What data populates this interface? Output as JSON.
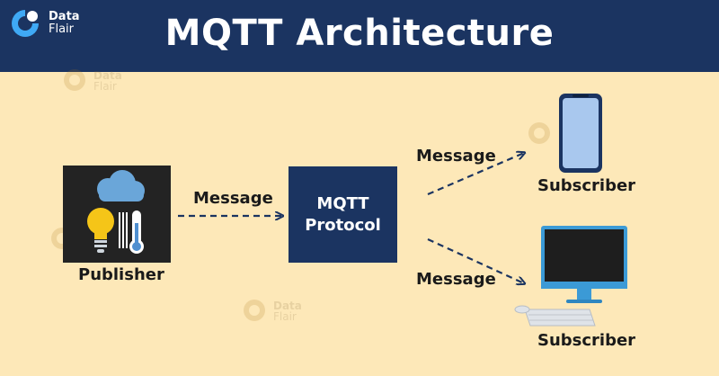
{
  "header": {
    "title": "MQTT Architecture",
    "logo_line1": "Data",
    "logo_line2": "Flair",
    "background": "#1b3461"
  },
  "diagram": {
    "background": "#fde8b8",
    "publisher": {
      "label": "Publisher",
      "icons": [
        "cloud-icon",
        "lightbulb-icon",
        "thermometer-icon"
      ]
    },
    "protocol": {
      "line1": "MQTT",
      "line2": "Protocol",
      "color": "#1b3461"
    },
    "edges": [
      {
        "from": "Publisher",
        "to": "MQTT Protocol",
        "label": "Message"
      },
      {
        "from": "MQTT Protocol",
        "to": "Subscriber (phone)",
        "label": "Message"
      },
      {
        "from": "MQTT Protocol",
        "to": "Subscriber (desktop)",
        "label": "Message"
      }
    ],
    "subscribers": [
      {
        "label": "Subscriber",
        "icon": "smartphone-icon"
      },
      {
        "label": "Subscriber",
        "icon": "desktop-computer-icon"
      }
    ],
    "watermark": {
      "line1": "Data",
      "line2": "Flair"
    }
  }
}
